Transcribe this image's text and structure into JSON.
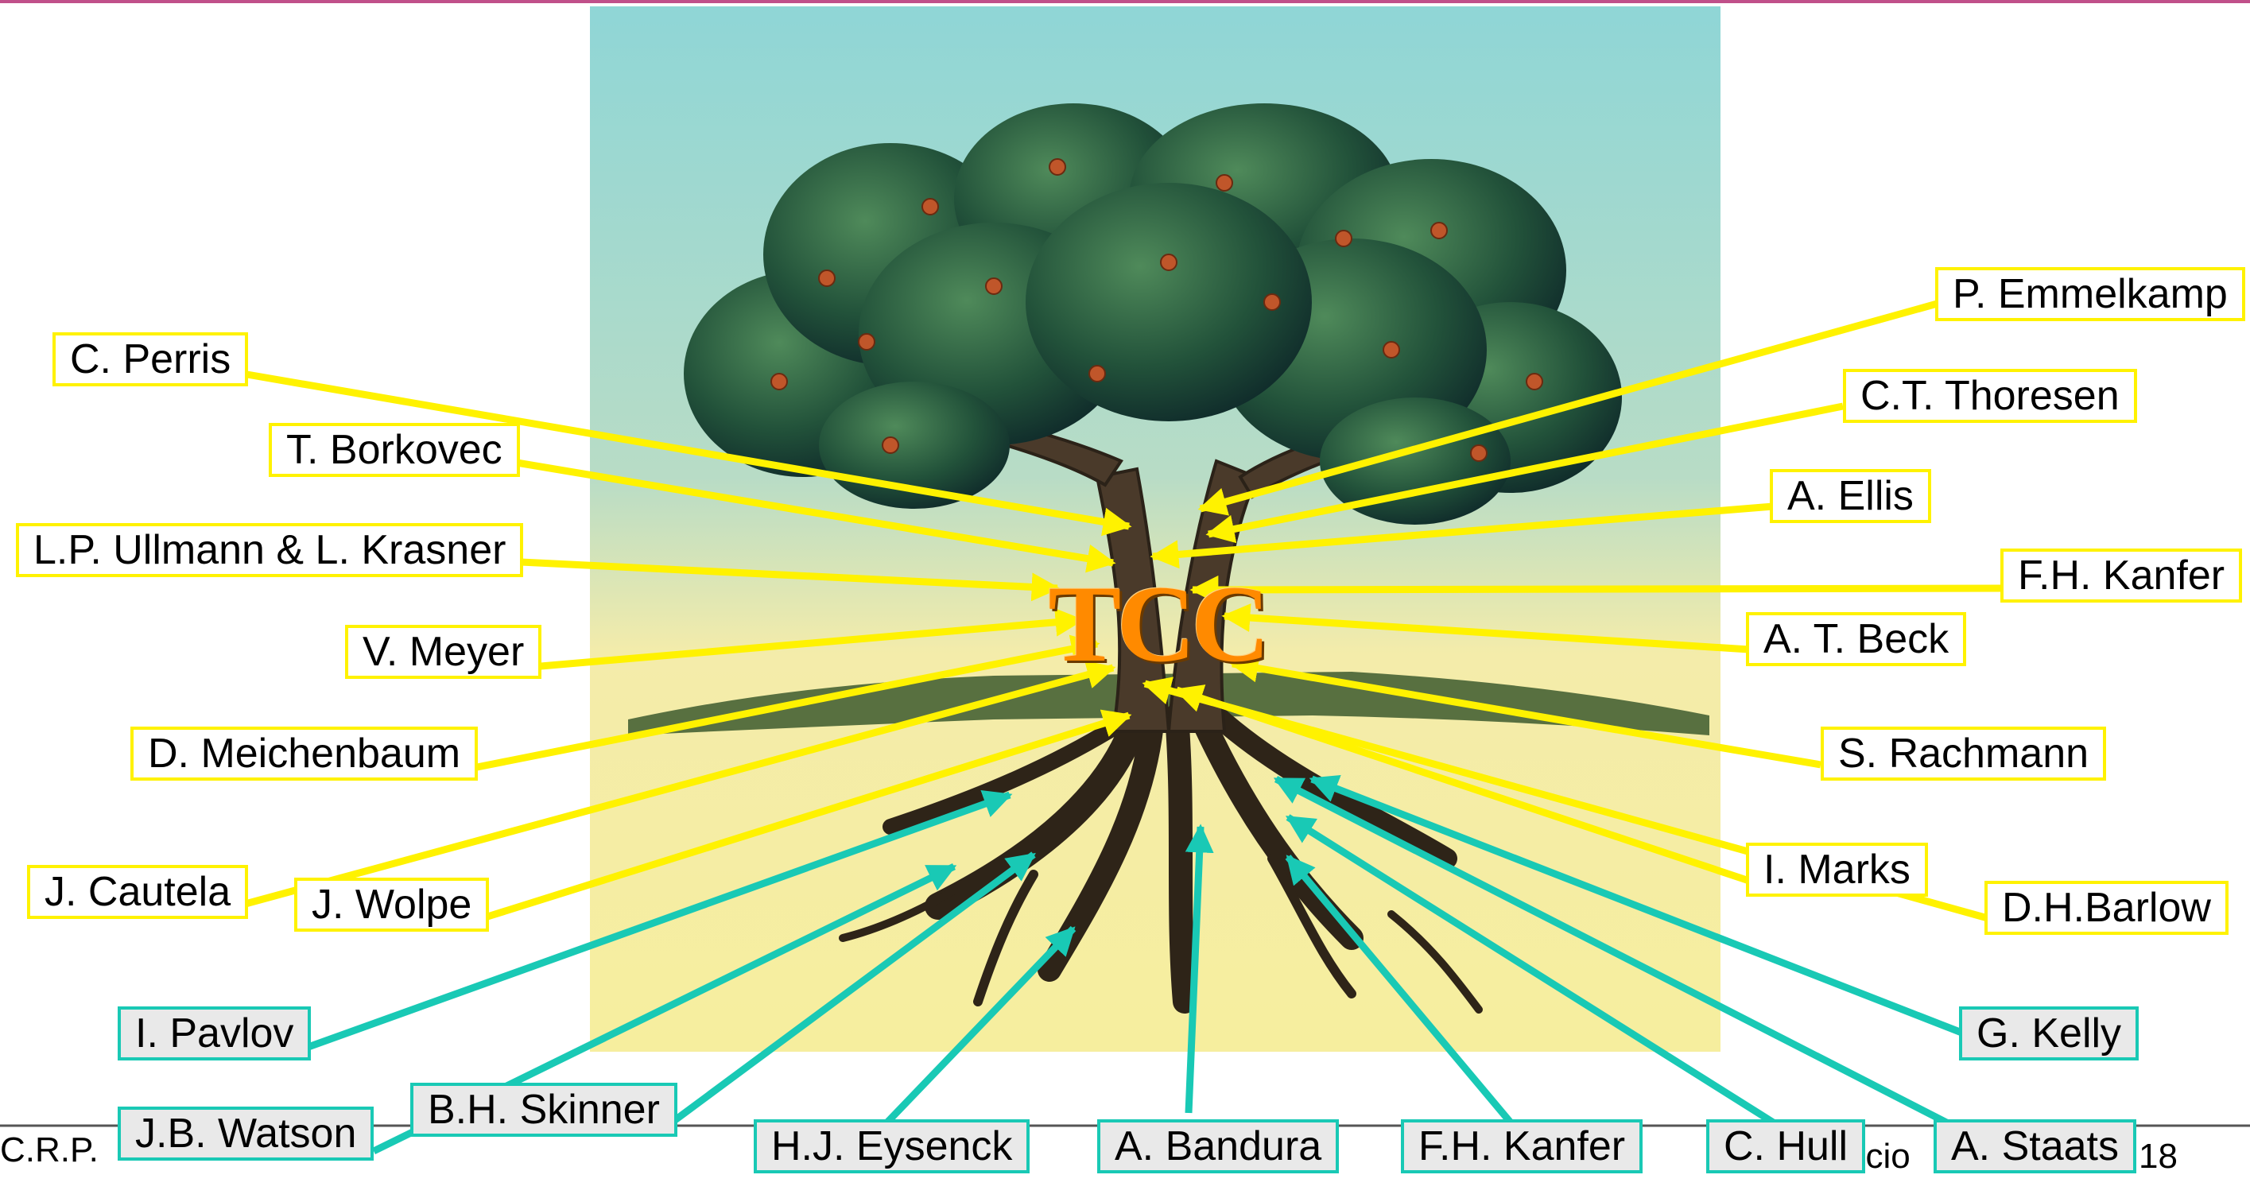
{
  "center_label": "TCC",
  "footer": {
    "left": "C.R.P.",
    "right_fragment": "ucio",
    "page_number": "18"
  },
  "colors": {
    "yellow": "#fff200",
    "teal": "#19c9b5",
    "accent_top": "#c0508a",
    "tcc": "#ff8a00"
  },
  "yellow_labels": {
    "perris": "C. Perris",
    "borkovec": "T. Borkovec",
    "ullmann": "L.P. Ullmann & L. Krasner",
    "meyer": "V. Meyer",
    "meichenbaum": "D. Meichenbaum",
    "cautela": "J. Cautela",
    "wolpe": "J. Wolpe",
    "emmelkamp": "P. Emmelkamp",
    "thoresen": "C.T. Thoresen",
    "ellis": "A. Ellis",
    "kanfer_top": "F.H. Kanfer",
    "beck": "A. T. Beck",
    "rachmann": "S. Rachmann",
    "marks": "I. Marks",
    "barlow": "D.H.Barlow"
  },
  "teal_labels": {
    "pavlov": "I. Pavlov",
    "watson": "J.B. Watson",
    "skinner": "B.H. Skinner",
    "eysenck": "H.J. Eysenck",
    "bandura": "A. Bandura",
    "kanfer_bottom": "F.H. Kanfer",
    "hull": "C. Hull",
    "staats": "A. Staats",
    "kelly": "G. Kelly"
  }
}
